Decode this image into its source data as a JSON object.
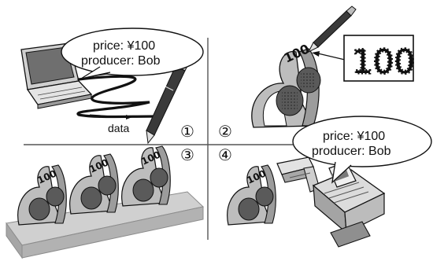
{
  "bubble_top": {
    "line1": "price: ¥100",
    "line2": "producer: Bob"
  },
  "bubble_bottom": {
    "line1": "price: ¥100",
    "line2": "producer: Bob"
  },
  "arrow_label": "data",
  "steps": [
    "①",
    "②",
    "③",
    "④"
  ],
  "stamp_text": "100",
  "tag_text": "100",
  "colors": {
    "ink": "#111111",
    "gray": "#8c8c8c",
    "berry": "#5a5a5a"
  }
}
